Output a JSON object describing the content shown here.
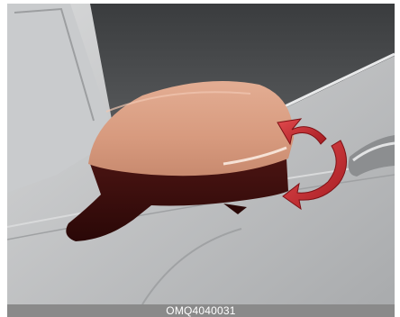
{
  "figure": {
    "code": "OMQ4040031",
    "description_icons": [
      "side-mirror-illustration",
      "fold-rotate-arrow-icon",
      "door-handle"
    ],
    "colors": {
      "mirror_cap": "#d79a7e",
      "mirror_base": "#3b0f0d",
      "arrow": "#c7282d",
      "caption_bar": "#8a8a8a"
    }
  }
}
